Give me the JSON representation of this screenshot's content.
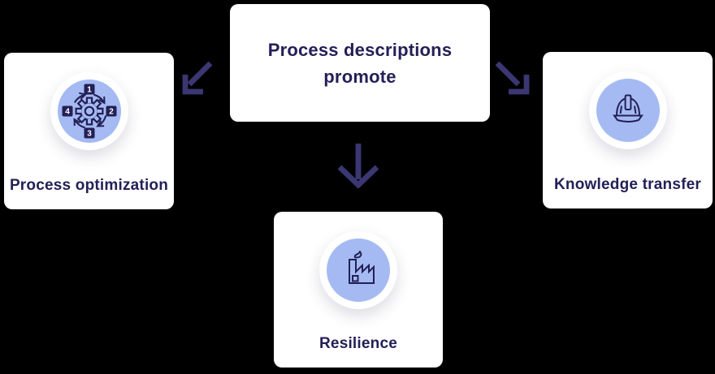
{
  "colors": {
    "background": "#000000",
    "card_background": "#ffffff",
    "text_navy": "#232057",
    "arrow_indigo": "#3a3773",
    "icon_circle_blue": "#a5baf2",
    "icon_stroke_navy": "#232057",
    "badge_number_text": "#ffffff"
  },
  "root": {
    "title": "Process descriptions promote"
  },
  "nodes": [
    {
      "id": "process-optimization",
      "label": "Process optimization",
      "icon": "process-cycle-gear-icon",
      "cycle_numbers": [
        "1",
        "2",
        "3",
        "4"
      ]
    },
    {
      "id": "resilience",
      "label": "Resilience",
      "icon": "factory-icon"
    },
    {
      "id": "knowledge-transfer",
      "label": "Knowledge transfer",
      "icon": "hard-hat-icon"
    }
  ],
  "arrows": [
    {
      "from": "root",
      "to": "process-optimization",
      "direction": "down-left"
    },
    {
      "from": "root",
      "to": "resilience",
      "direction": "down"
    },
    {
      "from": "root",
      "to": "knowledge-transfer",
      "direction": "down-right"
    }
  ]
}
